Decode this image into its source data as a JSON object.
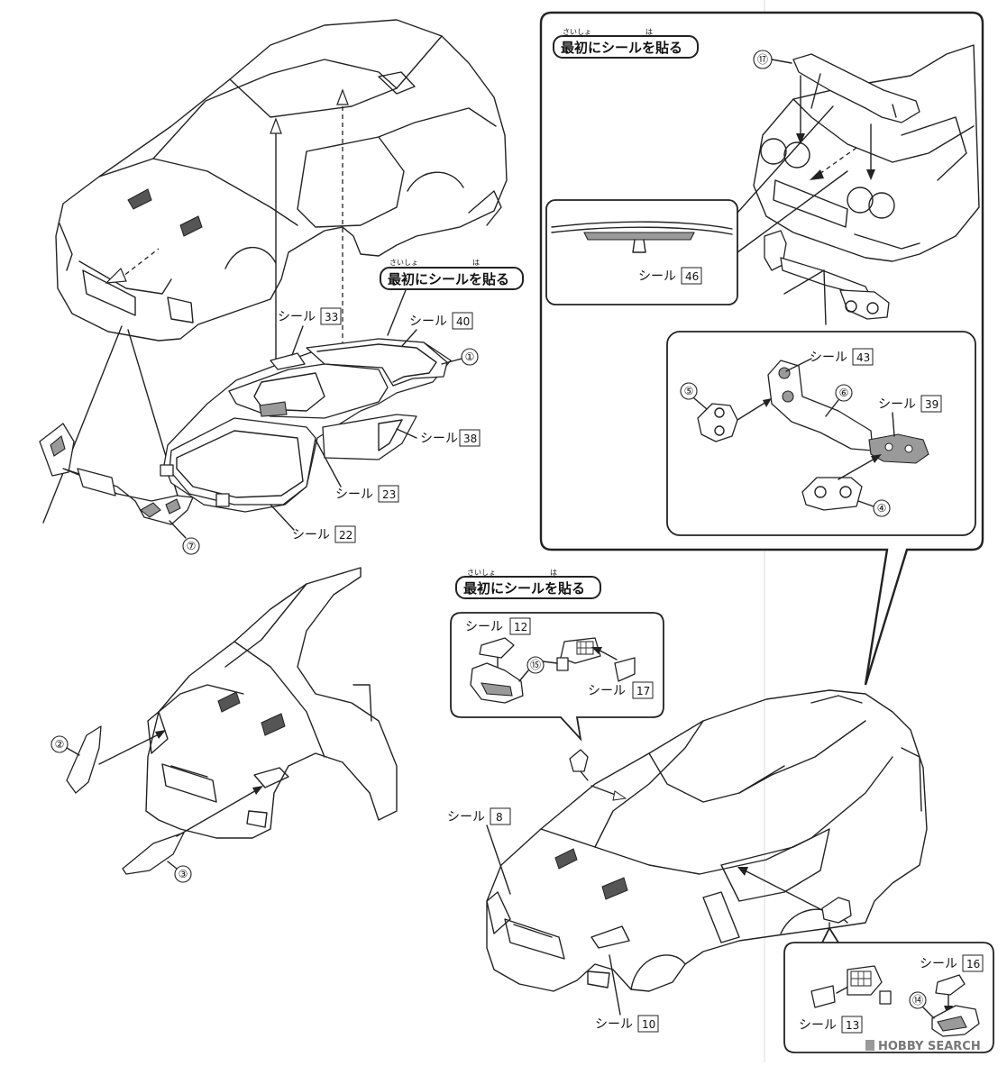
{
  "labels": {
    "seal_word": "シール",
    "first_apply_tag": "最初にシールを貼る",
    "ruby_saisho": "さいしょ",
    "ruby_ha": "は"
  },
  "seal_numbers": {
    "s33": "33",
    "s40": "40",
    "s38": "38",
    "s23": "23",
    "s22": "22",
    "s46": "46",
    "s43": "43",
    "s39": "39",
    "s12": "12",
    "s17": "17",
    "s8": "8",
    "s10": "10",
    "s16": "16",
    "s13": "13"
  },
  "part_numbers": {
    "p1": "①",
    "p2": "②",
    "p3": "③",
    "p4": "④",
    "p5": "⑤",
    "p6": "⑥",
    "p7": "⑦",
    "p14": "⑭",
    "p15": "⑮",
    "p17": "⑰"
  },
  "watermark": "HOBBY SEARCH"
}
